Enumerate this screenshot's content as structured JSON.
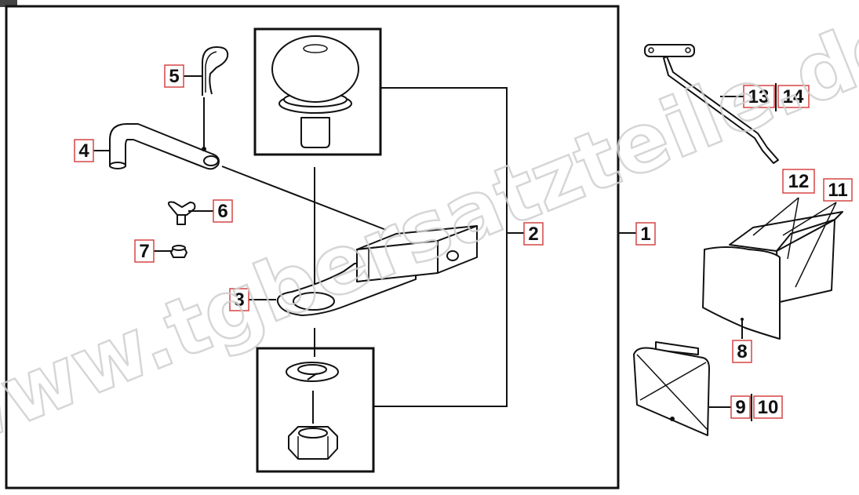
{
  "diagram": {
    "watermark": "www.tgbersatzteile.de",
    "callouts": {
      "c1": "1",
      "c2": "2",
      "c3": "3",
      "c4": "4",
      "c5": "5",
      "c6": "6",
      "c7": "7",
      "c8": "8",
      "c9": "9",
      "c10": "10",
      "c11": "11",
      "c12": "12",
      "c13": "13",
      "c14": "14"
    }
  }
}
